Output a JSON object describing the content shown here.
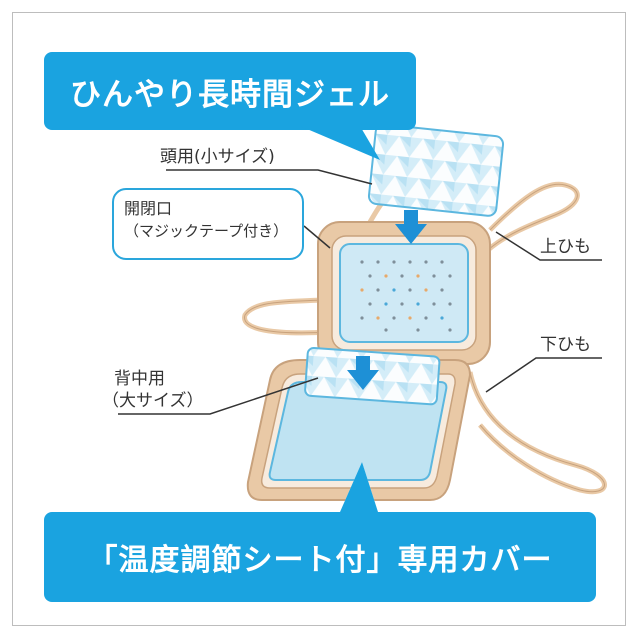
{
  "top_banner": {
    "text": "ひんやり長時間ジェル"
  },
  "bottom_banner": {
    "text": "「温度調節シート付」専用カバー"
  },
  "labels": {
    "head_line1": "頭用(小サイズ)",
    "opening_line1": "開閉口",
    "opening_line2": "（マジックテープ付き）",
    "upper_string": "上ひも",
    "lower_string": "下ひも",
    "back_line1": "背中用",
    "back_line2": "（大サイズ）"
  },
  "colors": {
    "banner_blue": "#1aa3e0",
    "cover_beige": "#e9c9a6",
    "cover_outline": "#c8a27d",
    "pad_blue": "#bfe3f2",
    "pad_outline": "#5cb7df",
    "arrow_blue": "#1e90d6"
  }
}
